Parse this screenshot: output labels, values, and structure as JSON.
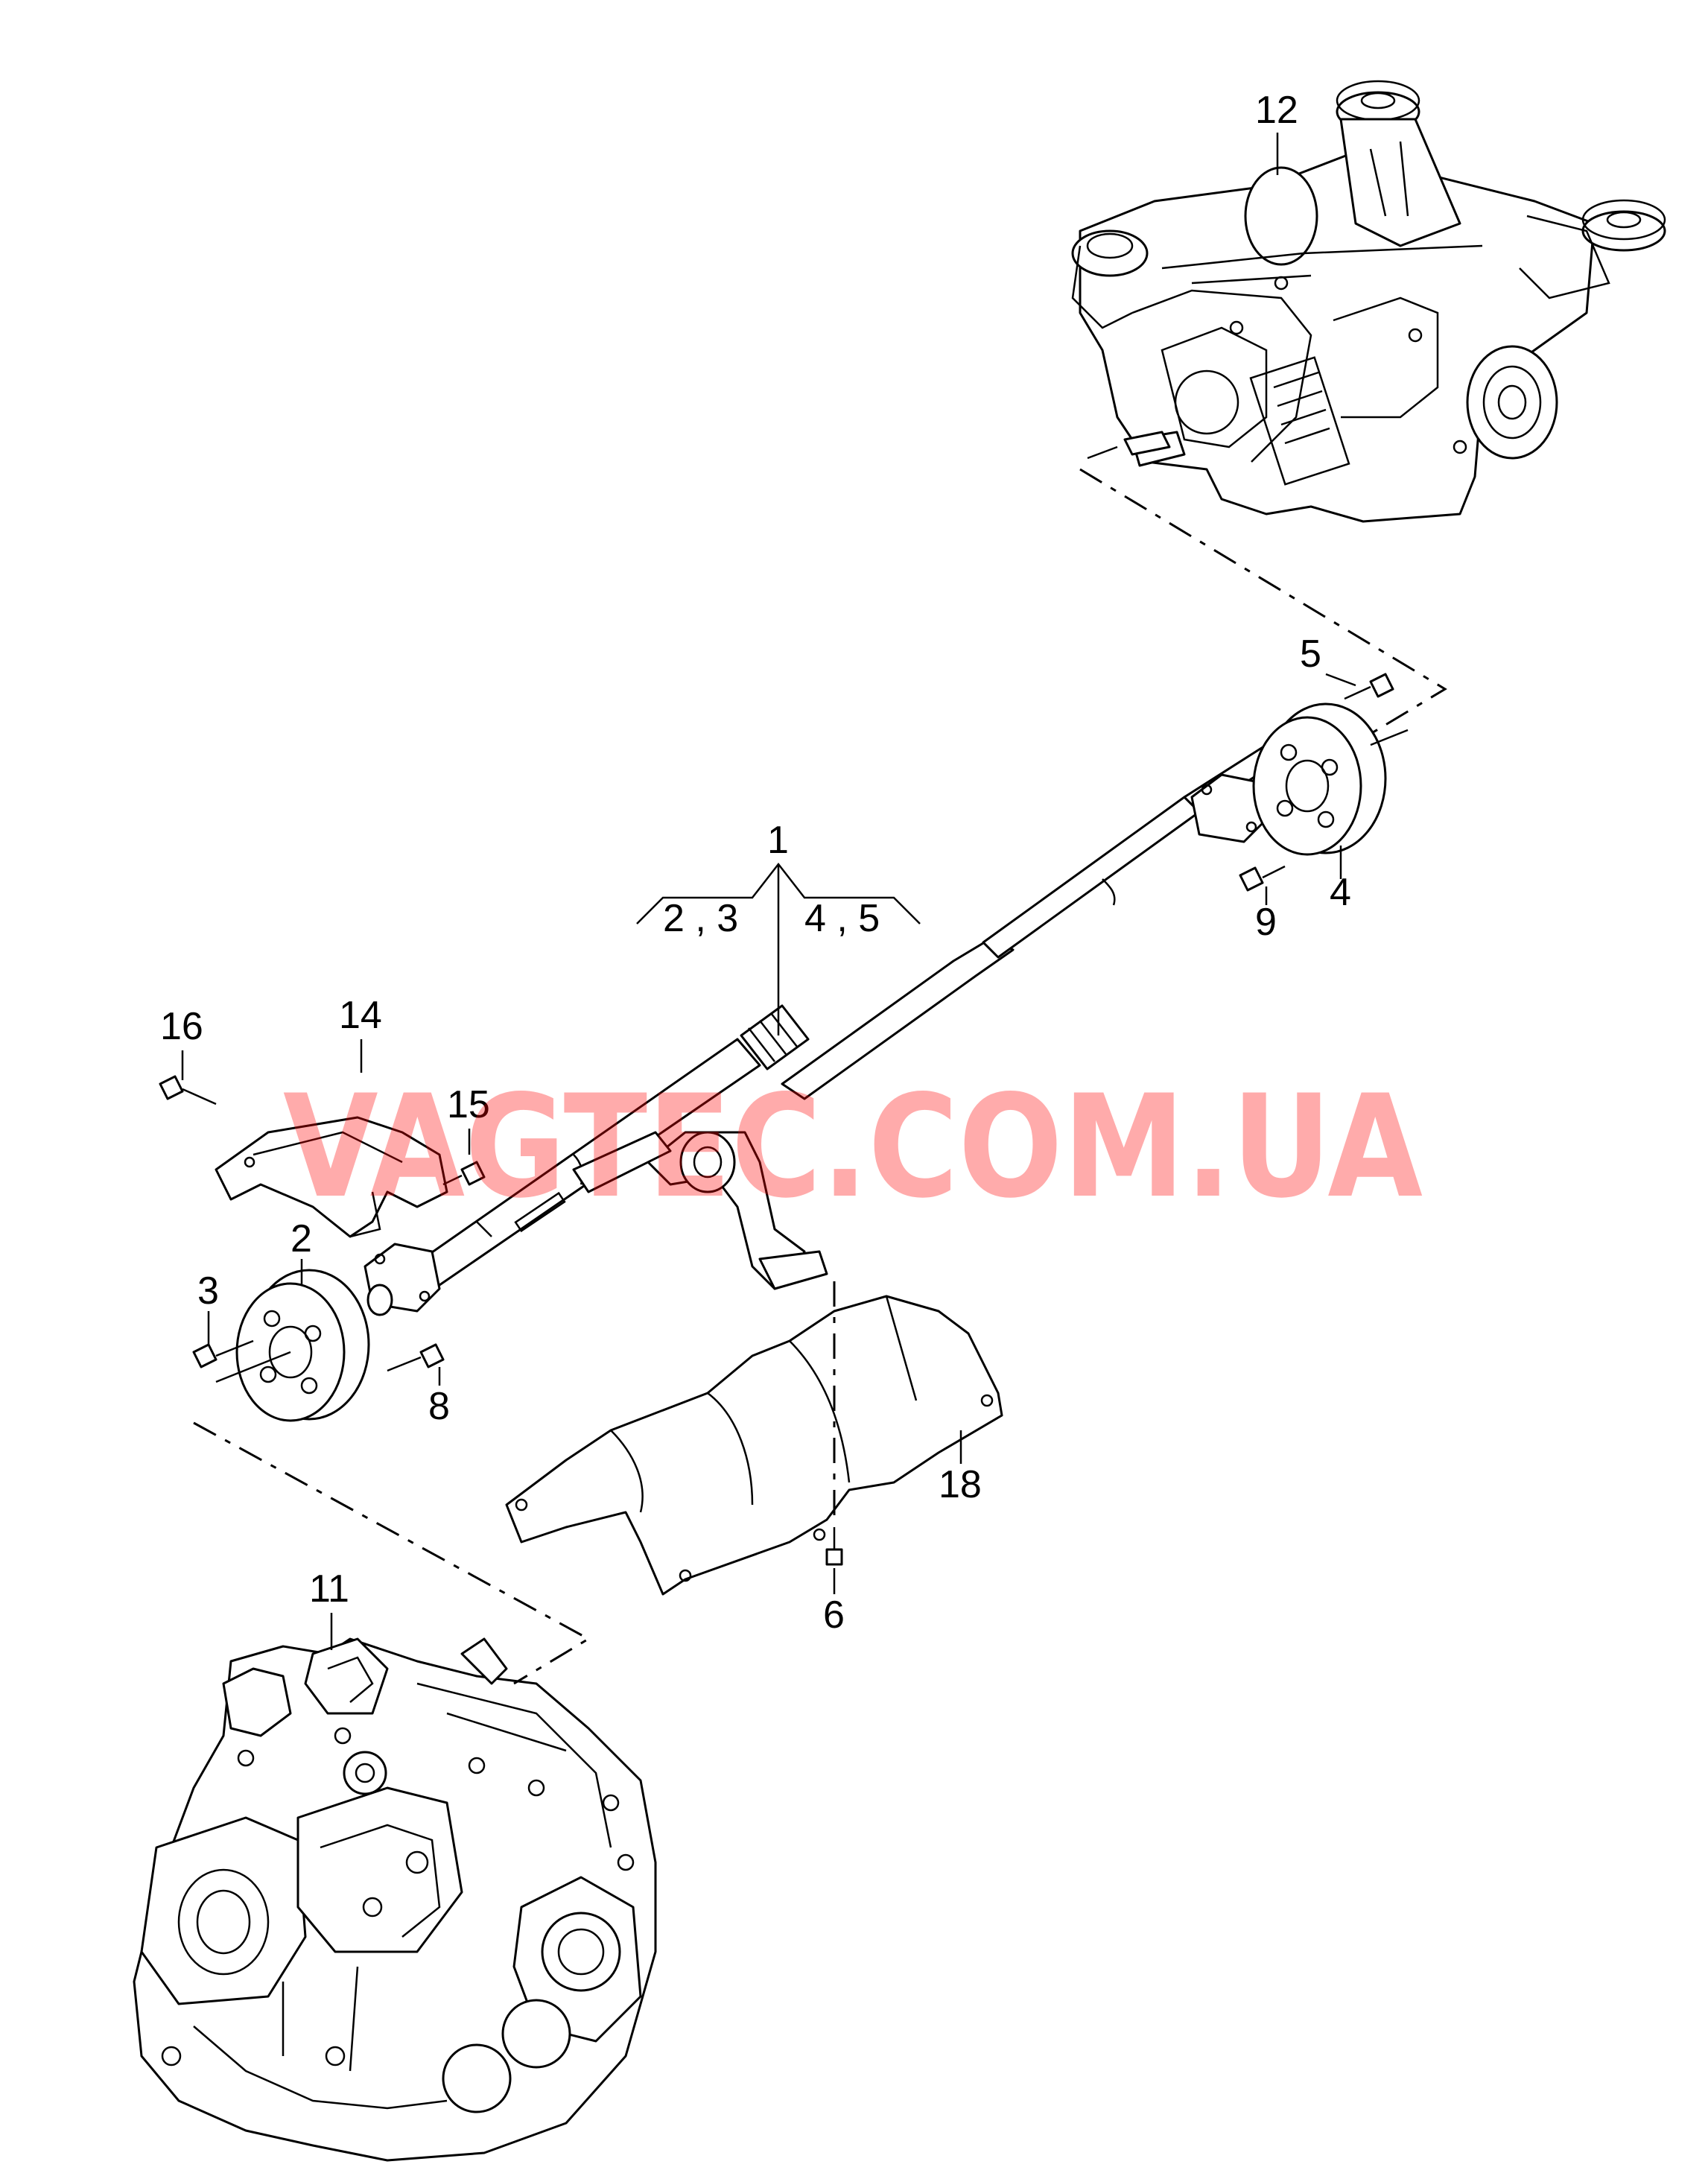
{
  "diagram": {
    "callouts": {
      "c1": "1",
      "c2": "2",
      "c3": "3",
      "c4": "4",
      "c5": "5",
      "c6": "6",
      "c8": "8",
      "c9": "9",
      "c11": "11",
      "c12": "12",
      "c14": "14",
      "c15": "15",
      "c16": "16",
      "c18": "18",
      "group_left": "2 , 3",
      "group_right": "4 , 5"
    },
    "watermark": "VAGTEC.COM.UA",
    "colors": {
      "line": "#000000",
      "watermark": "#ff0000",
      "background": "#ffffff"
    }
  }
}
